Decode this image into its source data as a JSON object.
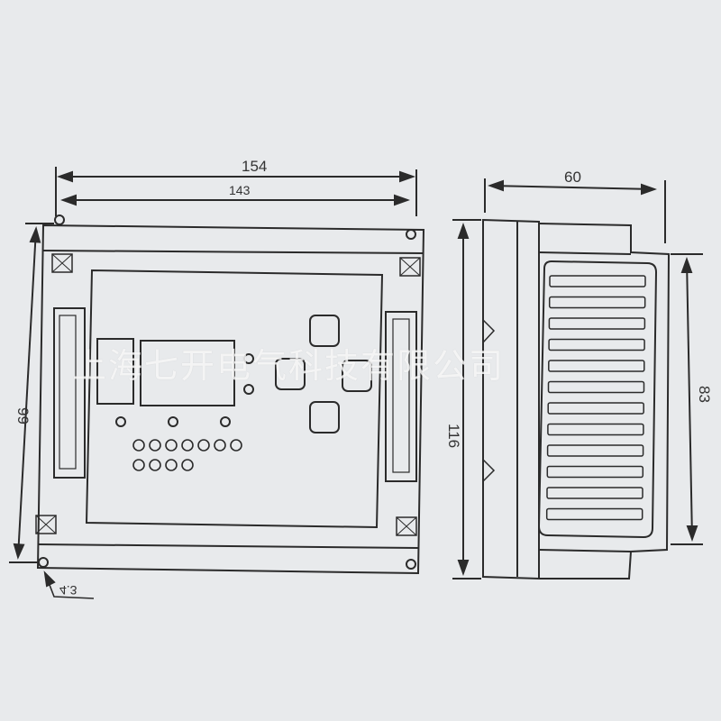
{
  "dimensions": {
    "front_overall_width": "154",
    "front_hole_spacing": "143",
    "front_height": "99",
    "hole_diameter": "4.3",
    "side_depth": "60",
    "side_overall_height": "116",
    "side_inner_height": "83"
  },
  "watermark": "上海七开电气科技有限公司",
  "colors": {
    "paper": "#e8eaec",
    "line": "#2b2b2b"
  }
}
